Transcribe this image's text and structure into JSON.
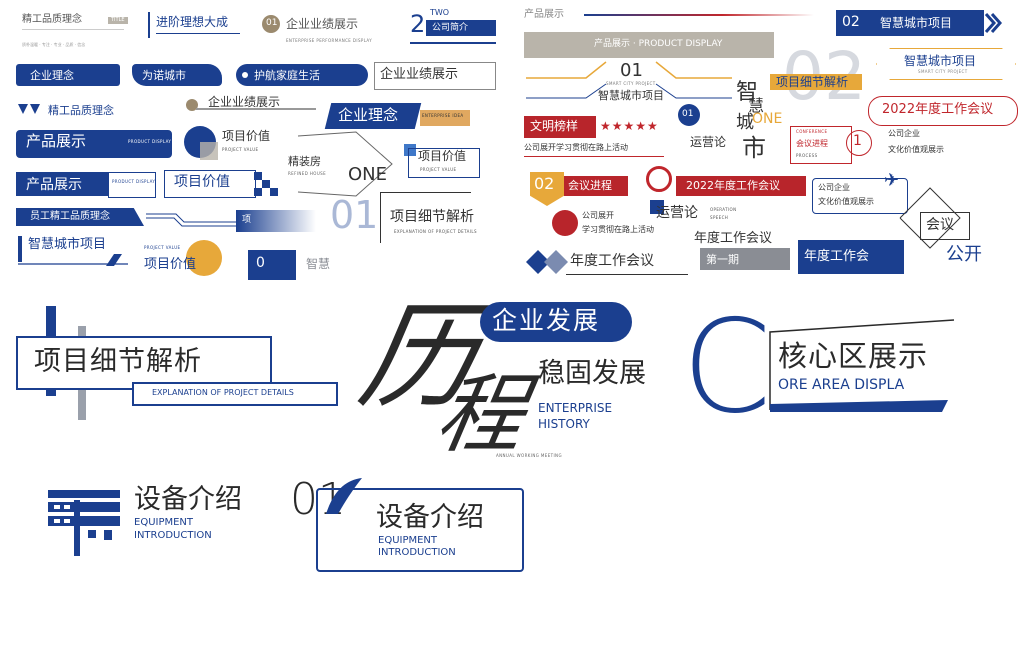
{
  "colors": {
    "primary": "#1b3f8f",
    "accent_red": "#c0262c",
    "accent_gold": "#e7a83a",
    "neutral_gray": "#b9b4aa",
    "light_blue": "#3f78c8"
  },
  "tl": {
    "a1": "精工品质理念",
    "a1_tag": "TITLE",
    "a1_sub": "质朴温暖 · 专注 · 专业 · 品质 · 信念",
    "a2": "进阶理想大成",
    "a3_num": "01",
    "a3": "企业业绩展示",
    "a3_sub": "ENTERPRISE PERFORMANCE DISPLAY",
    "a4_num": "2",
    "a4_two": "TWO",
    "a4": "公司简介",
    "b1": "企业理念",
    "b2": "为诺城市",
    "b3": "护航家庭生活",
    "b4": "企业业绩展示",
    "c1": "精工品质理念",
    "c2": "企业业绩展示",
    "c3": "企业理念",
    "c3_en": "ENTERPRISE IDEA",
    "d1": "产品展示",
    "d1_en": "PRODUCT DISPLAY",
    "d2": "项目价值",
    "d2_en": "PROJECT VALUE",
    "d3": "精装房",
    "d3_en": "REFINED HOUSE",
    "d4": "项目价值",
    "d4_en": "PROJECT VALUE",
    "d5": "ONE",
    "e1": "产品展示",
    "e1_en": "PRODUCT DISPLAY",
    "e2": "项目价值",
    "f1": "员工精工品质理念",
    "f2": "项",
    "f3_num": "01",
    "f3": "项目细节解析",
    "f3_en": "EXPLANATION OF PROJECT DETAILS",
    "g1": "智慧城市项目",
    "g2_en": "PROJECT VALUE",
    "g2": "项目价值",
    "g3": "0",
    "g4": "智慧"
  },
  "tr": {
    "a1": "产品展示",
    "a2": "产品展示 · PRODUCT DISPLAY",
    "a3_num": "01",
    "a3": "智慧城市项目",
    "a3_en": "SMART CITY PROJECT",
    "b1_num": "02",
    "b1": "智慧城市项目",
    "b2": "智慧城市项目",
    "b2_en": "SMART CITY PROJECT",
    "c1": "02",
    "c2": "项目细节解析",
    "c3": "智",
    "c4": "慧",
    "c5": "城",
    "c6": "市",
    "c7": "ONE",
    "c8": "2022年度工作会议",
    "d1": "文明榜样",
    "d2": "01",
    "d3": "运营论",
    "d4": "CONFERENCE",
    "d5": "会议进程",
    "d6": "PROCESS",
    "d7_num": "1",
    "d7": "公司企业",
    "d8": "文化价值观展示",
    "e1": "公司展开学习贯彻在路上活动",
    "e2_num": "02",
    "e2": "会议进程",
    "e3": "2022年度工作会议",
    "e4": "公司企业",
    "e5": "文化价值观展示",
    "f1": "公司展开",
    "f2": "学习贯彻在路上活动",
    "f3": "运营论",
    "f4": "OPERATION",
    "f5": "SPEECH",
    "f6": "会议",
    "g1": "年度工作会议",
    "g2": "第一期",
    "g3": "年度工作会议",
    "g4": "年度工作会",
    "g5": "公开"
  },
  "main": {
    "p1_title": "项目细节解析",
    "p1_en": "EXPLANATION OF PROJECT DETAILS",
    "p2_big1": "历",
    "p2_big2": "程",
    "p2_pill": "企业发展",
    "p2_sub": "稳固发展",
    "p2_en1": "ENTERPRISE",
    "p2_en2": "HISTORY",
    "p2_small": "ANNUAL WORKING MEETING",
    "p3_c": "C",
    "p3_title": "核心区展示",
    "p3_en": "ORE AREA DISPLA",
    "p4_title": "设备介绍",
    "p4_en1": "EQUIPMENT",
    "p4_en2": "INTRODUCTION",
    "p5_num": "01",
    "p5_title": "设备介绍",
    "p5_en1": "EQUIPMENT",
    "p5_en2": "INTRODUCTION"
  }
}
